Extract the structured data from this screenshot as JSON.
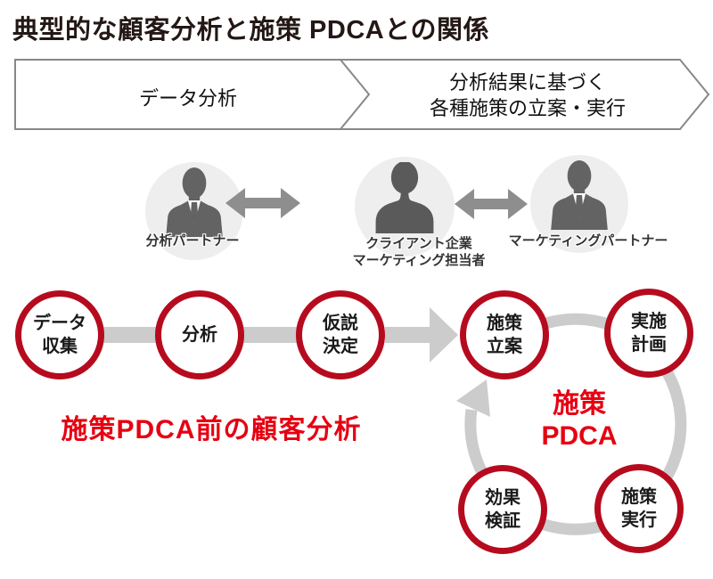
{
  "title": "典型的な顧客分析と施策 PDCAとの関係",
  "banners": {
    "data_analysis": "データ分析",
    "planning_line1": "分析結果に基づく",
    "planning_line2": "各種施策の立案・実行"
  },
  "people": {
    "analysis_partner": "分析パートナー",
    "client": "クライアント企業\nマーケティング担当者",
    "marketing_partner": "マーケティングパートナー"
  },
  "flow": {
    "steps": [
      {
        "label": "データ\n収集"
      },
      {
        "label": "分析"
      },
      {
        "label": "仮説\n決定"
      },
      {
        "label": "施策\n立案"
      },
      {
        "label": "実施\n計画"
      },
      {
        "label": "効果\n検証"
      },
      {
        "label": "施策\n実行"
      }
    ],
    "pre_pdca_caption": "施策PDCA前の顧客分析",
    "pdca_caption": "施策\nPDCA"
  },
  "colors": {
    "node_border_red": "#b60b1e",
    "caption_red": "#e60012",
    "flow_gray": "#cccccc",
    "people_arrow_gray": "#8e8e8e",
    "avatar_bg_gray": "#eeeeee",
    "silhouette_gray": "#636363",
    "banner_border_gray": "#888888",
    "title_black": "#231815"
  }
}
